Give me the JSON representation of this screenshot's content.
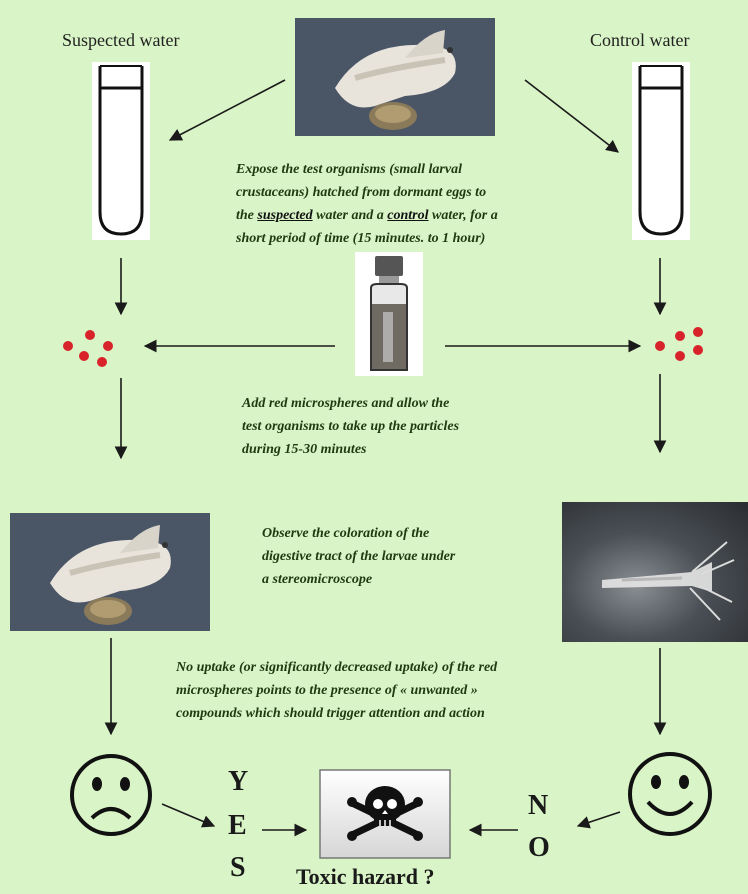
{
  "labels": {
    "suspected": "Suspected water",
    "control": "Control water"
  },
  "captions": {
    "expose": [
      "Expose the test organisms (small larval",
      "crustaceans) hatched from dormant eggs to",
      "the suspected water and a control water, for a",
      "short period of time (15 minutes. to 1 hour)"
    ],
    "add": [
      "Add red microspheres and allow the",
      "test organisms to take up the particles",
      "during 15-30 minutes"
    ],
    "observe": [
      "Observe the coloration of the",
      "digestive tract of the larvae under",
      "a stereomicroscope"
    ],
    "conclusion": [
      "No uptake (or significantly decreased uptake) of the red",
      "microspheres points to the presence of « unwanted »",
      "compounds which should trigger attention and action"
    ]
  },
  "decision": {
    "yes_letters": [
      "Y",
      "E",
      "S"
    ],
    "no_letters": [
      "N",
      "O"
    ],
    "hazard": "Toxic hazard ?"
  },
  "colors": {
    "background": "#d9f4c6",
    "microsphere": "#d8232a",
    "arrow": "#1a1a1a"
  },
  "icons": {
    "sad": "sad-face-icon",
    "happy": "happy-face-icon",
    "hazard": "skull-crossbones-icon"
  }
}
